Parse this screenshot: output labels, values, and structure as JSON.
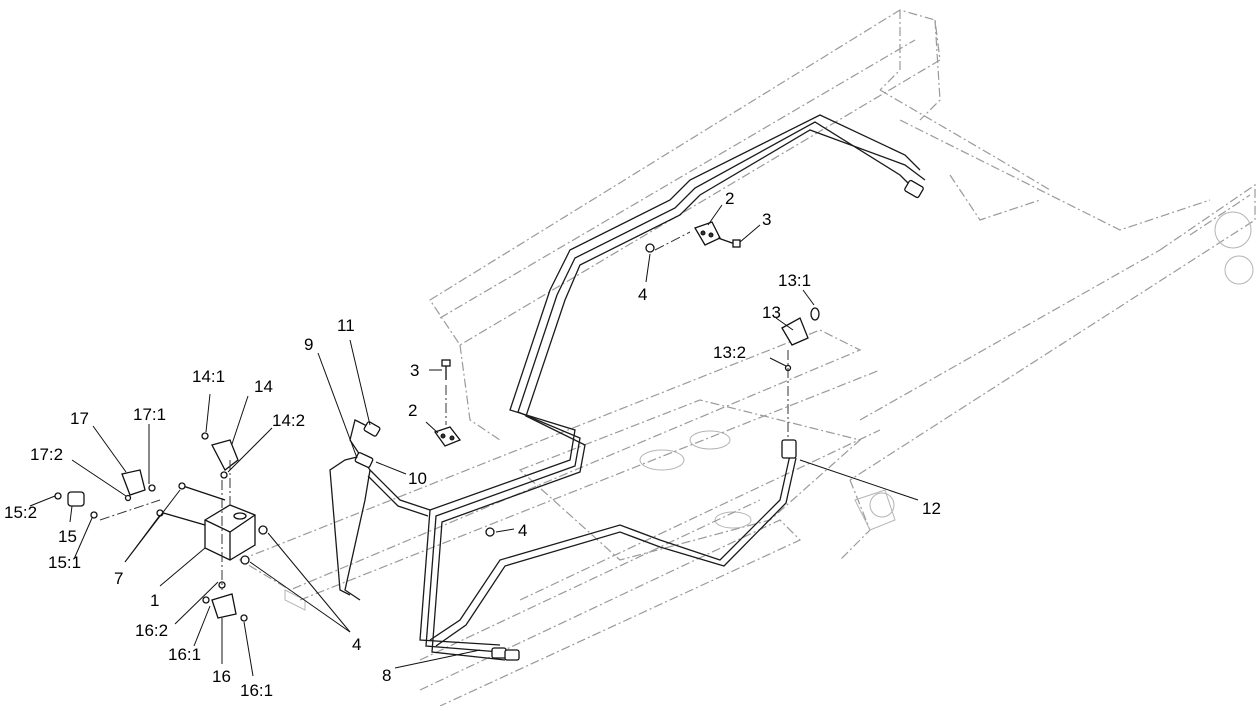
{
  "callouts": {
    "c1": "1",
    "c2a": "2",
    "c2b": "2",
    "c3a": "3",
    "c3b": "3",
    "c4a": "4",
    "c4b": "4",
    "c4c": "4",
    "c7": "7",
    "c8": "8",
    "c9": "9",
    "c10": "10",
    "c11": "11",
    "c12": "12",
    "c13": "13",
    "c13_1": "13:1",
    "c13_2": "13:2",
    "c14": "14",
    "c14_1": "14:1",
    "c14_2": "14:2",
    "c15": "15",
    "c15_1": "15:1",
    "c15_2": "15:2",
    "c16": "16",
    "c16_1a": "16:1",
    "c16_1b": "16:1",
    "c16_2": "16:2",
    "c17": "17",
    "c17_1": "17:1",
    "c17_2": "17:2"
  }
}
